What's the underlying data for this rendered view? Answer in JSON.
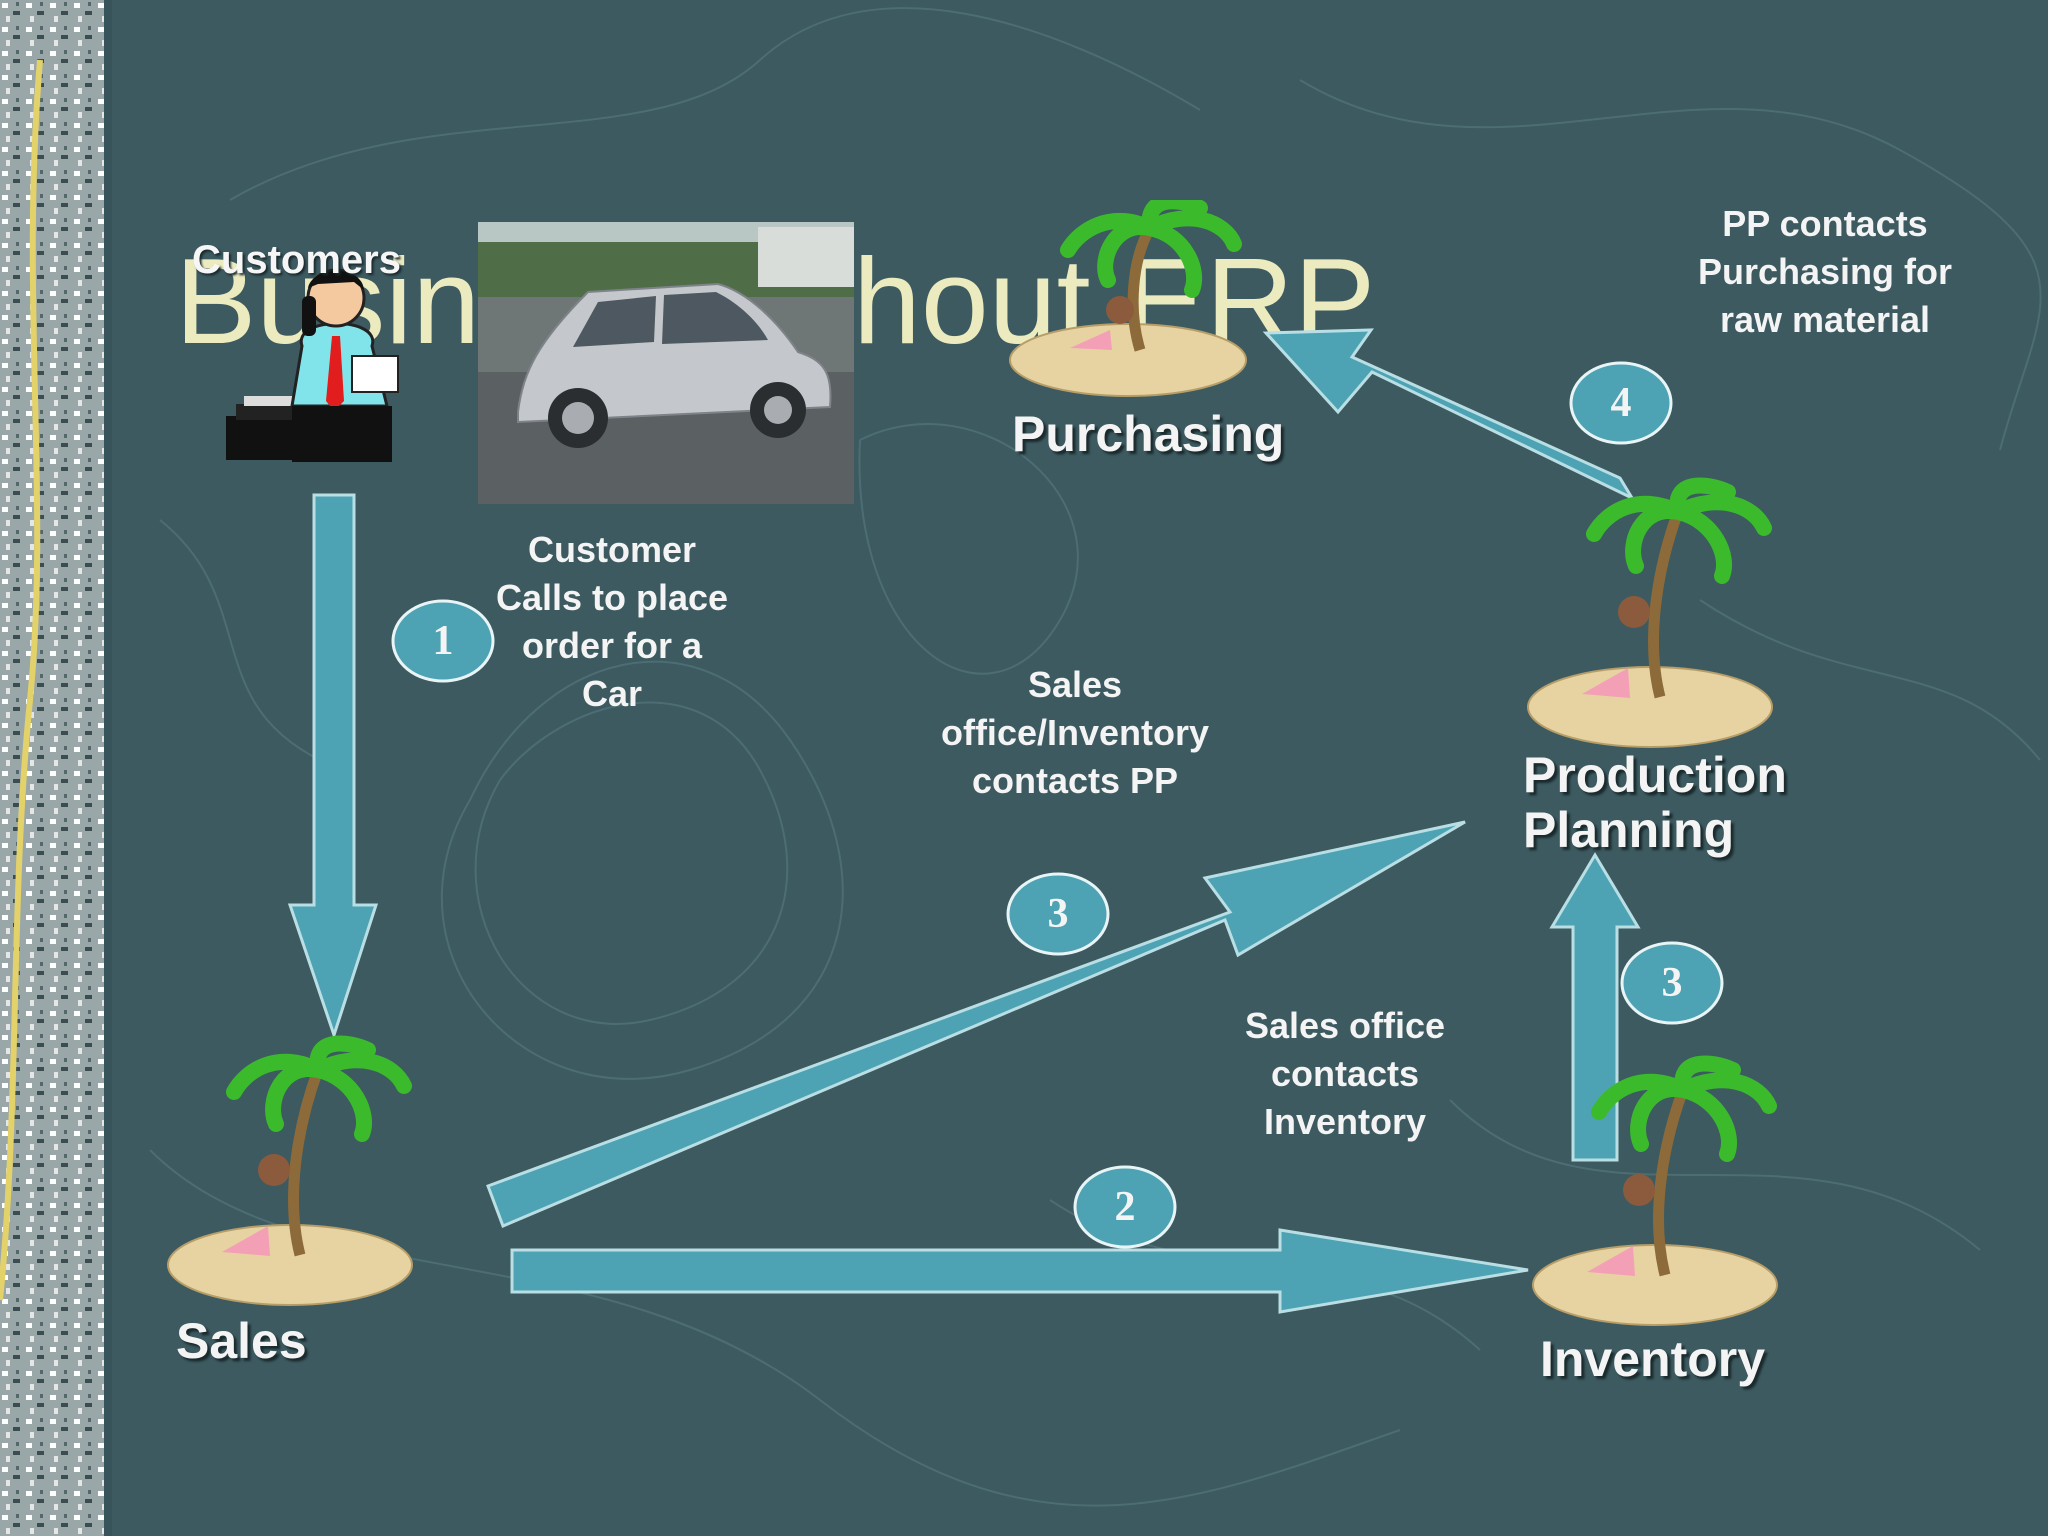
{
  "slide": {
    "title": "Business without ERP",
    "background_color": "#3c5a60",
    "arrow_color": "#4da3b3",
    "title_color": "#ecebbf",
    "text_color": "#f4f4f4"
  },
  "nodes": {
    "customers": {
      "label": "Customers",
      "icon": "businessman-phone-icon"
    },
    "car_photo": {
      "icon": "silver-car-photo"
    },
    "purchasing": {
      "label": "Purchasing",
      "icon": "palm-island-icon"
    },
    "production_planning": {
      "label_line1": "Production",
      "label_line2": "Planning",
      "icon": "palm-island-icon"
    },
    "sales": {
      "label": "Sales",
      "icon": "palm-island-icon"
    },
    "inventory": {
      "label": "Inventory",
      "icon": "palm-island-icon"
    }
  },
  "steps": [
    {
      "number": "1",
      "lines": [
        "Customer",
        "Calls to place",
        "order for a",
        "Car"
      ]
    },
    {
      "number": "2",
      "lines": [
        "Sales office",
        "contacts",
        "Inventory"
      ]
    },
    {
      "number": "3",
      "lines": [
        "Sales",
        "office/Inventory",
        "contacts PP"
      ]
    },
    {
      "number": "3"
    },
    {
      "number": "4",
      "lines": [
        "PP contacts",
        "Purchasing for",
        "raw material"
      ]
    }
  ]
}
